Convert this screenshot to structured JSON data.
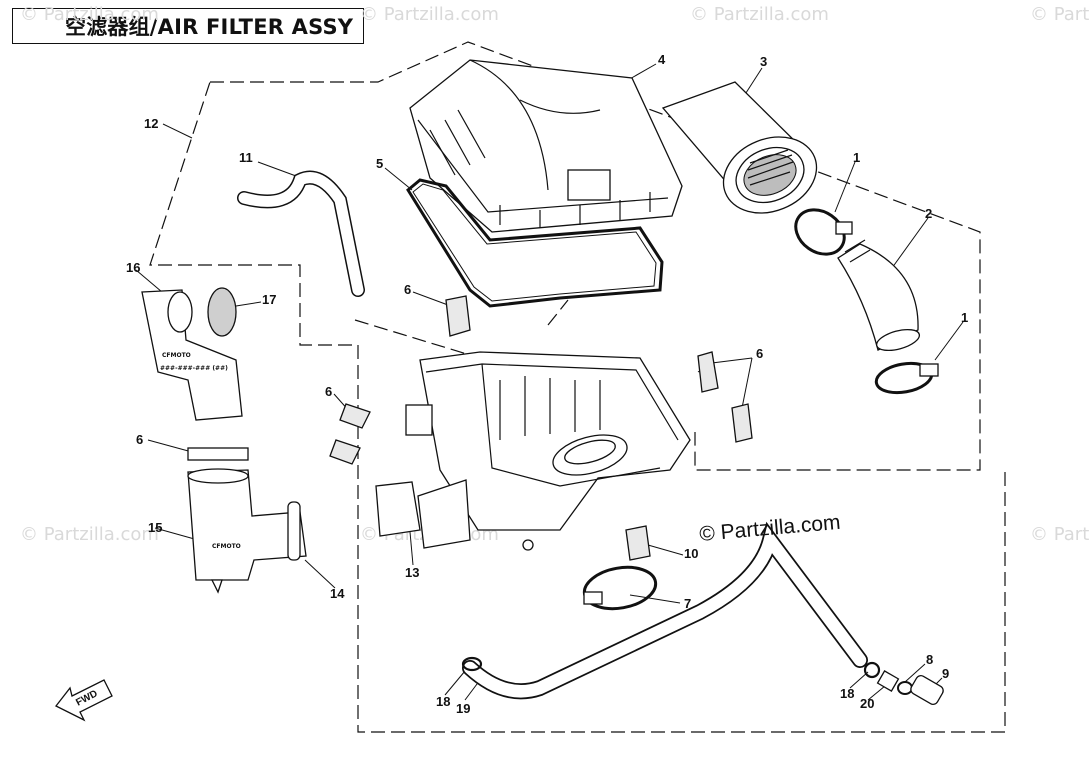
{
  "title": "空滤器组/AIR FILTER ASSY",
  "copyright": "© Partzilla.com",
  "watermark_text": "© Partzilla.com",
  "forward_arrow_label": "FWD",
  "part_markings": {
    "part14_brand": "CFMOTO",
    "part16_brand": "CFMOTO",
    "part16_text": "###-###-### (##)"
  },
  "callouts": [
    {
      "id": "c12",
      "text": "12"
    },
    {
      "id": "c11",
      "text": "11"
    },
    {
      "id": "c5",
      "text": "5"
    },
    {
      "id": "c4",
      "text": "4"
    },
    {
      "id": "c3",
      "text": "3"
    },
    {
      "id": "c1a",
      "text": "1"
    },
    {
      "id": "c2",
      "text": "2"
    },
    {
      "id": "c1b",
      "text": "1"
    },
    {
      "id": "c16",
      "text": "16"
    },
    {
      "id": "c17",
      "text": "17"
    },
    {
      "id": "c6a",
      "text": "6"
    },
    {
      "id": "c6b",
      "text": "6"
    },
    {
      "id": "c6c",
      "text": "6"
    },
    {
      "id": "c6d",
      "text": "6"
    },
    {
      "id": "c15",
      "text": "15"
    },
    {
      "id": "c14",
      "text": "14"
    },
    {
      "id": "c13",
      "text": "13"
    },
    {
      "id": "c10",
      "text": "10"
    },
    {
      "id": "c7",
      "text": "7"
    },
    {
      "id": "c18a",
      "text": "18"
    },
    {
      "id": "c19",
      "text": "19"
    },
    {
      "id": "c18b",
      "text": "18"
    },
    {
      "id": "c20",
      "text": "20"
    },
    {
      "id": "c8",
      "text": "8"
    },
    {
      "id": "c9",
      "text": "9"
    }
  ]
}
